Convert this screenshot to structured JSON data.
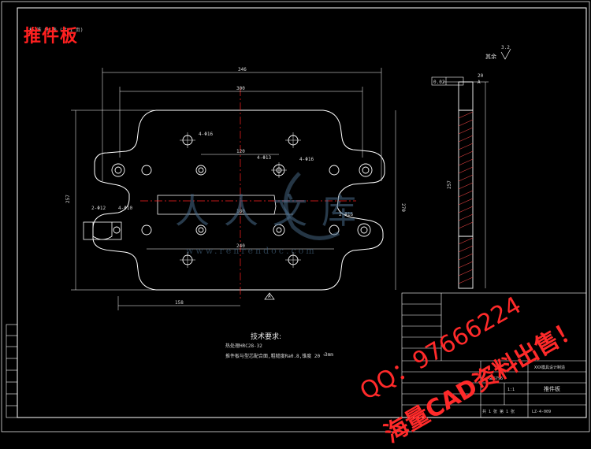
{
  "header": {
    "title": "推件板",
    "small_caption": "标 准 件 表 (共 1 页)"
  },
  "dimensions": {
    "overall_width": "346",
    "inner_width": "300",
    "height_left": "257",
    "height_right": "270",
    "hole_spacing_top": "120",
    "hole_spacing_mid": "180",
    "hole_spacing_bottom": "240",
    "bottom_left": "158",
    "callout_1": "4-Φ16",
    "callout_2": "4-Φ13",
    "callout_3": "4-Φ16",
    "callout_4": "2-Φ16",
    "callout_5": "2-Φ12",
    "callout_6": "4-Φ10",
    "section_thickness": "20",
    "section_height": "257",
    "flatness": "0.02",
    "datum": "A",
    "roughness": "3.2"
  },
  "roughness_note": "其余",
  "tech_requirements": {
    "title": "技术要求:",
    "line1": "热处理HRC28-32",
    "line2": "推件板与型芯配合面,粗糙度Ra0.8,锥度 20 °",
    "unit": "3mm"
  },
  "title_block": {
    "part_name": "推件板",
    "material": "45",
    "standard": "GB5796",
    "drawing_no": "LZ-4-009",
    "school": "XXX模具设计制造",
    "scale": "1:1",
    "sheet": "共 1 张 第 1 张"
  },
  "watermark": {
    "text_cn": "人人文库",
    "url": "www.renrendoc.com"
  },
  "promo": {
    "qq": "QQ：97666224",
    "sale": "海量CAD资料出售！"
  },
  "colors": {
    "background": "#000000",
    "lines": "#ffffff",
    "center_lines": "#ff2020",
    "promo_text": "#ff2a2a",
    "hatch": "#e04040"
  }
}
